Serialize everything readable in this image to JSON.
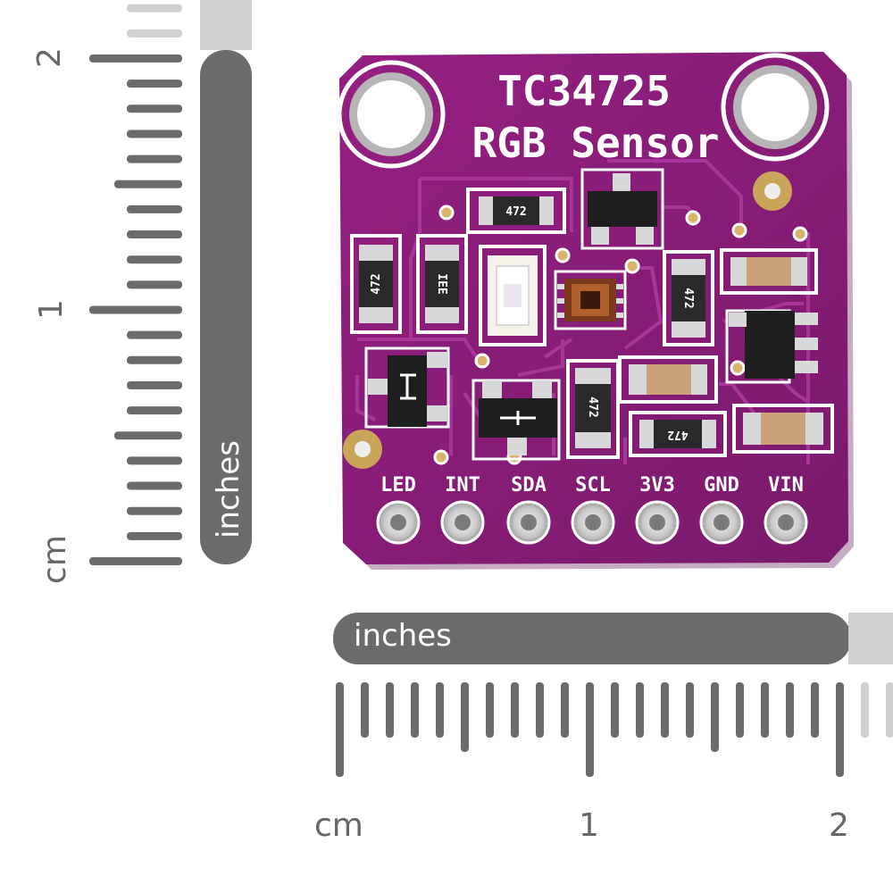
{
  "board": {
    "title_line1": "TC34725",
    "title_line2": "RGB Sensor",
    "resistor_code_a": "472",
    "resistor_code_b": "IEE",
    "pins": [
      "LED",
      "INT",
      "SDA",
      "SCL",
      "3V3",
      "GND",
      "VIN"
    ]
  },
  "ruler_vertical": {
    "unit_label": "inches",
    "cm_label": "cm",
    "ticks": [
      "2",
      "1"
    ]
  },
  "ruler_horizontal": {
    "unit_label": "inches",
    "cm_label": "cm",
    "ticks": [
      "1",
      "2"
    ]
  },
  "colors": {
    "pcb": "#8a1f78",
    "pcb_dark": "#6a1660",
    "ruler_bar": "#6b6b6b",
    "ruler_fade": "#cfcfcf"
  }
}
